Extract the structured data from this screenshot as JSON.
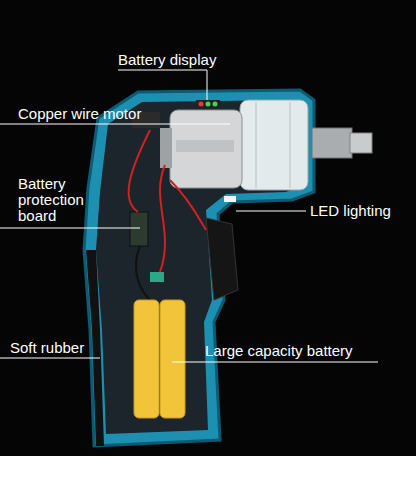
{
  "diagram": {
    "labels": [
      "Battery display",
      "Copper wire motor",
      "Battery protection board",
      "LED lighting",
      "Soft rubber",
      "Large capacity battery"
    ]
  }
}
